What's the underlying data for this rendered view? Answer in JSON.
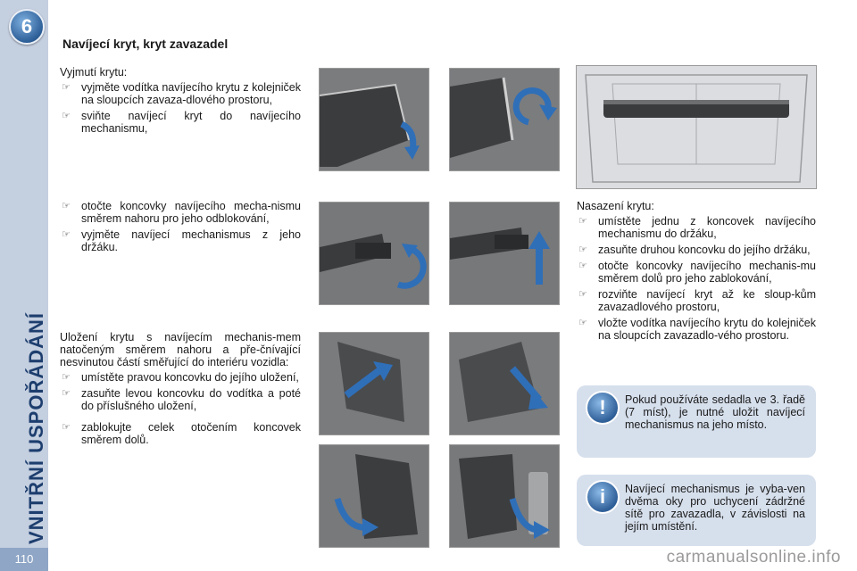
{
  "chapter": {
    "number": "6",
    "title": "VNITŘNÍ USPOŘÁDÁNÍ"
  },
  "page_number": "110",
  "heading": "Navíjecí kryt, kryt zavazadel",
  "removal": {
    "intro": "Vyjmutí krytu:",
    "steps": [
      "vyjměte vodítka navíjecího krytu z kolejniček na sloupcích zavaza-dlového prostoru,",
      "sviňte navíjecí kryt do navíjecího mechanismu,"
    ]
  },
  "removal_cont": {
    "steps": [
      "otočte koncovky navíjecího mecha-nismu směrem nahoru pro jeho odblokování,",
      "vyjměte navíjecí mechanismus z jeho držáku."
    ]
  },
  "storage": {
    "intro": "Uložení krytu s navíjecím mechanis-mem natočeným směrem nahoru a pře-čnívající nesvinutou částí směřující do interiéru vozidla:",
    "steps": [
      "umístěte pravou koncovku do jejího uložení,",
      "zasuňte levou koncovku do vodítka a poté do příslušného uložení,",
      "zablokujte celek otočením koncovek směrem dolů."
    ]
  },
  "install": {
    "intro": "Nasazení krytu:",
    "steps": [
      "umístěte jednu z koncovek navíjecího mechanismu do držáku,",
      "zasuňte druhou koncovku do jejího držáku,",
      "otočte koncovky navíjecího mechanis-mu směrem dolů pro jeho zablokování,",
      "rozviňte navíjecí kryt až ke sloup-kům zavazadlového prostoru,",
      "vložte vodítka navíjecího krytu do kolejniček na sloupcích zavazadlo-vého prostoru."
    ]
  },
  "notes": [
    {
      "icon": "!",
      "icon_name": "warning-icon",
      "text": "Pokud používáte sedadla ve 3. řadě (7 míst), je nutné uložit navíjecí mechanismus na jeho místo."
    },
    {
      "icon": "i",
      "icon_name": "info-icon",
      "text": "Navíjecí mechanismus je vyba-ven dvěma oky pro uchycení zádržné sítě pro zavazadla, v závislosti na jejím umístění."
    }
  ],
  "watermark": "carmanualsonline.info",
  "colors": {
    "sidebar": "#c4cfe0",
    "accent": "#2d5f98",
    "note_bg": "#d6dfec",
    "arrow": "#2f6fb8"
  }
}
